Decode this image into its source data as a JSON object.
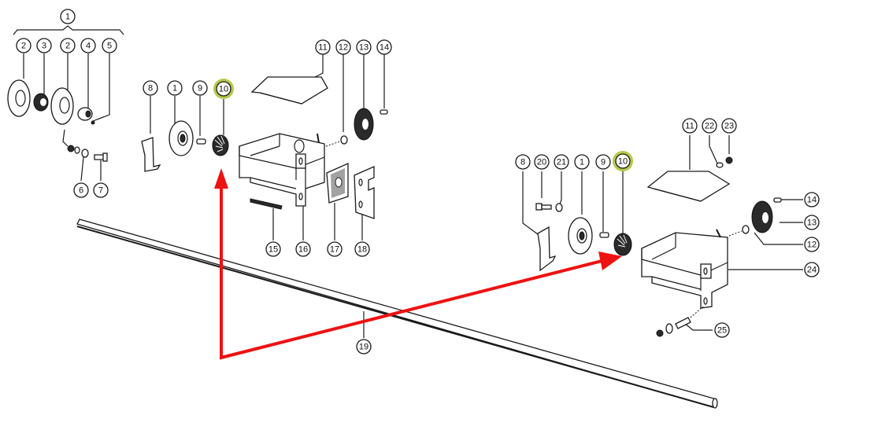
{
  "diagram": {
    "type": "exploded-parts-diagram",
    "highlight_color": "#b5c94a",
    "arrow_color": "#ee1111",
    "highlighted_part": "10",
    "callouts": {
      "assembly_group": "1",
      "left_group": [
        "2",
        "3",
        "2",
        "4",
        "5",
        "6",
        "7"
      ],
      "center_group": [
        "8",
        "1",
        "9",
        "10",
        "11",
        "12",
        "13",
        "14",
        "15",
        "16",
        "17",
        "18"
      ],
      "shaft": "19",
      "right_group": [
        "8",
        "20",
        "21",
        "1",
        "9",
        "10",
        "11",
        "22",
        "23",
        "14",
        "13",
        "12",
        "24",
        "25"
      ]
    }
  }
}
